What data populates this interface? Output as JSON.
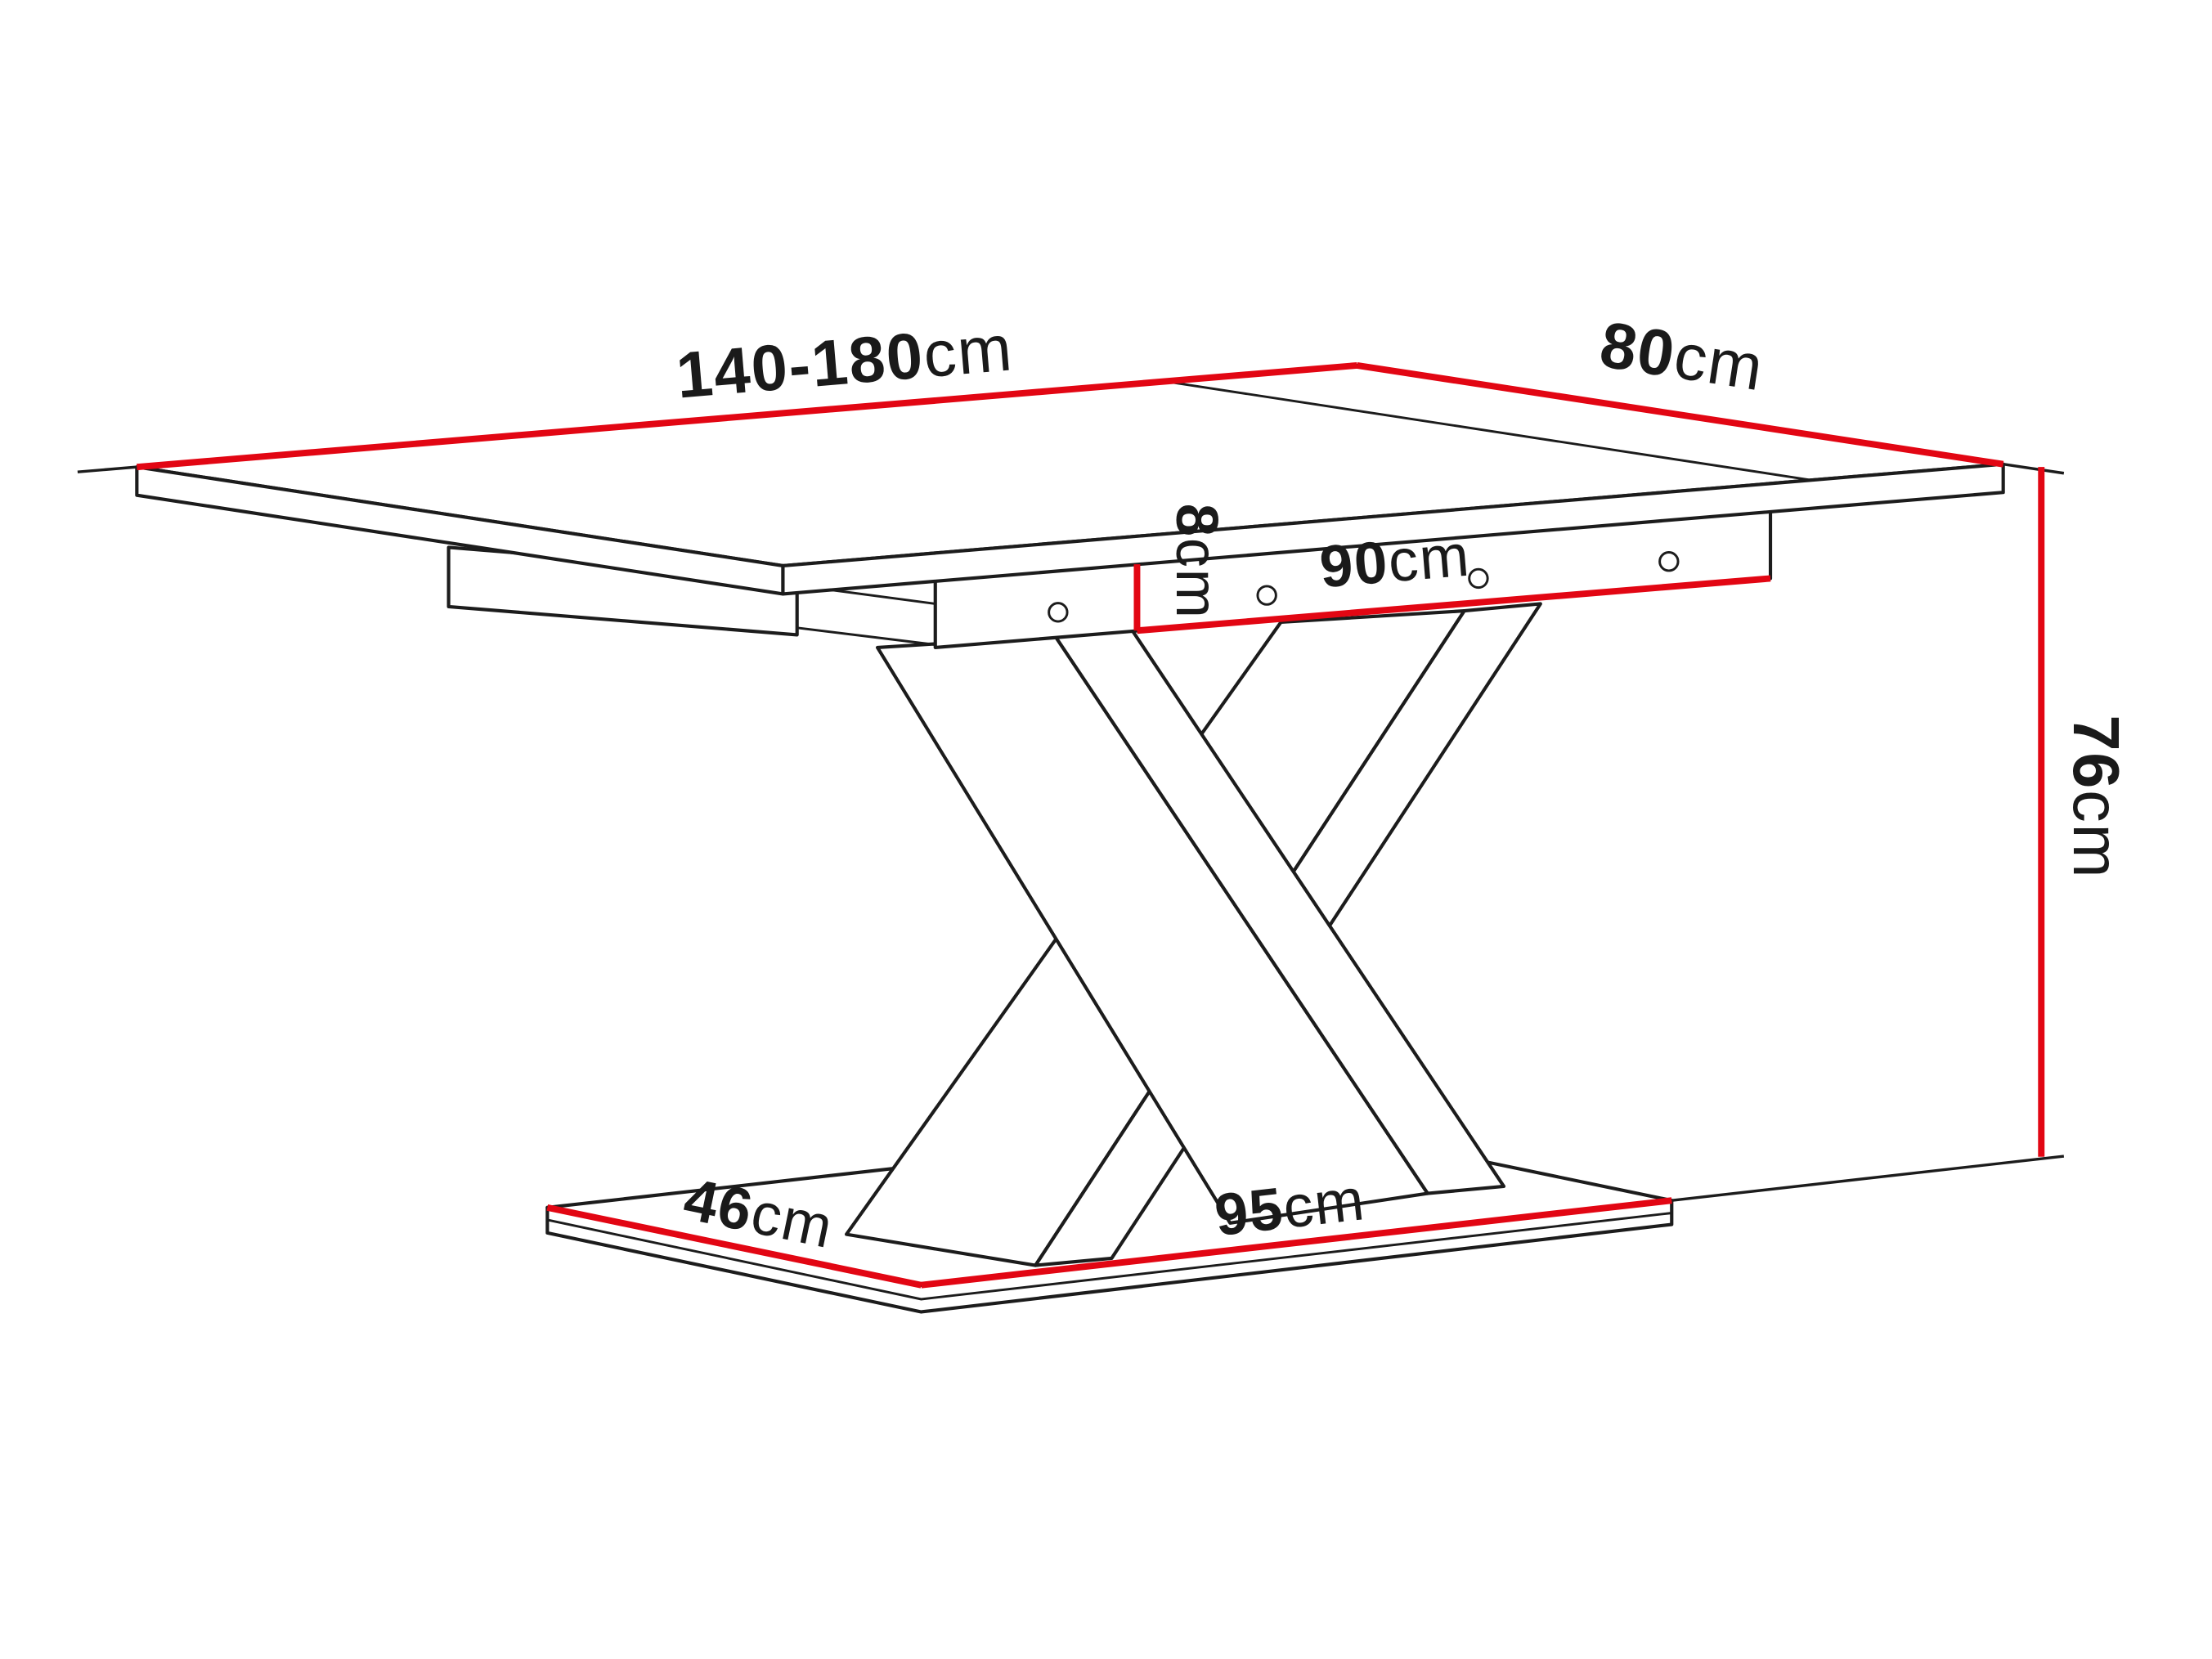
{
  "diagram": {
    "name": "Extendable pedestal table dimension drawing",
    "colors": {
      "dimension": "#e20613",
      "line": "#1c1c1c",
      "text": "#1a1a1a",
      "background": "#ffffff"
    },
    "dimensions": {
      "length": {
        "value": "140-180",
        "unit": "cm"
      },
      "width": {
        "value": "80",
        "unit": "cm"
      },
      "apron_height": {
        "value": "8",
        "unit": "cm"
      },
      "apron_length": {
        "value": "90",
        "unit": "cm"
      },
      "height": {
        "value": "76",
        "unit": "cm"
      },
      "base_depth": {
        "value": "46",
        "unit": "cm"
      },
      "base_length": {
        "value": "95",
        "unit": "cm"
      }
    }
  }
}
